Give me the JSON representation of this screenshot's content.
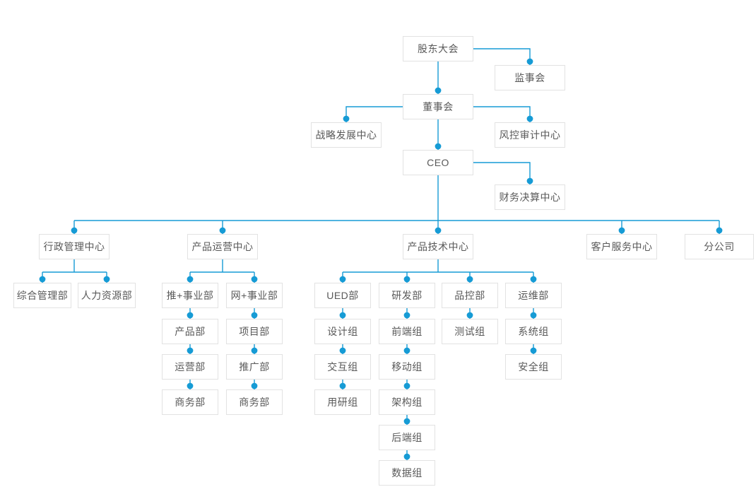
{
  "colors": {
    "line": "#169bd5",
    "dot": "#169bd5",
    "box_border": "#e2e2e2",
    "box_bg": "#ffffff",
    "text": "#595959",
    "page_bg": "#ffffff"
  },
  "chart_data": {
    "type": "org-tree",
    "title": "",
    "nodes": [
      {
        "id": "gudong",
        "label": "股东大会",
        "parent": null,
        "link": null
      },
      {
        "id": "jianshi",
        "label": "监事会",
        "parent": "gudong",
        "link": "side-r"
      },
      {
        "id": "dongshi",
        "label": "董事会",
        "parent": "gudong",
        "link": "v"
      },
      {
        "id": "zhanlve",
        "label": "战略发展中心",
        "parent": "dongshi",
        "link": "side-l"
      },
      {
        "id": "fengkong",
        "label": "风控审计中心",
        "parent": "dongshi",
        "link": "side-r"
      },
      {
        "id": "ceo",
        "label": "CEO",
        "parent": "dongshi",
        "link": "v"
      },
      {
        "id": "caiwu",
        "label": "财务决算中心",
        "parent": "ceo",
        "link": "side-r"
      },
      {
        "id": "xingzheng",
        "label": "行政管理中心",
        "parent": "ceo",
        "link": "fan"
      },
      {
        "id": "yunying",
        "label": "产品运营中心",
        "parent": "ceo",
        "link": "fan"
      },
      {
        "id": "jishu",
        "label": "产品技术中心",
        "parent": "ceo",
        "link": "fan"
      },
      {
        "id": "kefu",
        "label": "客户服务中心",
        "parent": "ceo",
        "link": "fan"
      },
      {
        "id": "fengongsi",
        "label": "分公司",
        "parent": "ceo",
        "link": "fan"
      },
      {
        "id": "zonghe",
        "label": "综合管理部",
        "parent": "xingzheng",
        "link": "fan"
      },
      {
        "id": "renli",
        "label": "人力资源部",
        "parent": "xingzheng",
        "link": "fan"
      },
      {
        "id": "tuibu",
        "label": "推+事业部",
        "parent": "yunying",
        "link": "fan"
      },
      {
        "id": "wangbu",
        "label": "网+事业部",
        "parent": "yunying",
        "link": "fan"
      },
      {
        "id": "chanpin",
        "label": "产品部",
        "parent": "tuibu",
        "link": "v"
      },
      {
        "id": "yunyingbu",
        "label": "运营部",
        "parent": "chanpin",
        "link": "v"
      },
      {
        "id": "shangwu1",
        "label": "商务部",
        "parent": "yunyingbu",
        "link": "v"
      },
      {
        "id": "xiangmu",
        "label": "项目部",
        "parent": "wangbu",
        "link": "v"
      },
      {
        "id": "tuiguang",
        "label": "推广部",
        "parent": "xiangmu",
        "link": "v"
      },
      {
        "id": "shangwu2",
        "label": "商务部",
        "parent": "tuiguang",
        "link": "v"
      },
      {
        "id": "ued",
        "label": "UED部",
        "parent": "jishu",
        "link": "fan"
      },
      {
        "id": "yanfa",
        "label": "研发部",
        "parent": "jishu",
        "link": "fan"
      },
      {
        "id": "pinkong",
        "label": "品控部",
        "parent": "jishu",
        "link": "fan"
      },
      {
        "id": "yunwei",
        "label": "运维部",
        "parent": "jishu",
        "link": "fan"
      },
      {
        "id": "sheji",
        "label": "设计组",
        "parent": "ued",
        "link": "v"
      },
      {
        "id": "jiaohu",
        "label": "交互组",
        "parent": "sheji",
        "link": "v"
      },
      {
        "id": "yongyan",
        "label": "用研组",
        "parent": "jiaohu",
        "link": "v"
      },
      {
        "id": "qianduan",
        "label": "前端组",
        "parent": "yanfa",
        "link": "v"
      },
      {
        "id": "yidong",
        "label": "移动组",
        "parent": "qianduan",
        "link": "v"
      },
      {
        "id": "jiagou",
        "label": "架构组",
        "parent": "yidong",
        "link": "v"
      },
      {
        "id": "houduan",
        "label": "后端组",
        "parent": "jiagou",
        "link": "v"
      },
      {
        "id": "shuju",
        "label": "数据组",
        "parent": "houduan",
        "link": "v"
      },
      {
        "id": "ceshi",
        "label": "测试组",
        "parent": "pinkong",
        "link": "v"
      },
      {
        "id": "xitong",
        "label": "系统组",
        "parent": "yunwei",
        "link": "v"
      },
      {
        "id": "anquan",
        "label": "安全组",
        "parent": "xitong",
        "link": "v"
      }
    ]
  }
}
